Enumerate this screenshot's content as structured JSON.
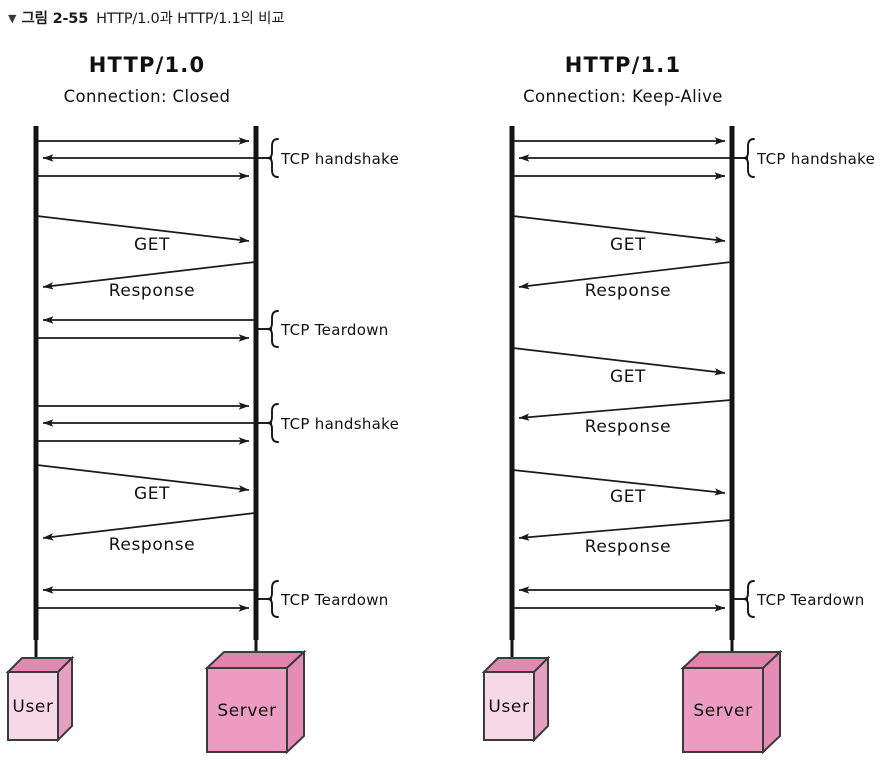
{
  "caption": {
    "marker": "▼",
    "figure_number": "그림 2-55",
    "title": "HTTP/1.0과 HTTP/1.1의 비교"
  },
  "colors": {
    "ink": "#141414",
    "user_box_face": "#f7d8e6",
    "user_box_top": "#e289b1",
    "server_box_face": "#ec9cc1",
    "server_box_top": "#e283ae",
    "box_outline": "#3b3b3b",
    "background": "#ffffff"
  },
  "panels": [
    {
      "id": "http10",
      "title": "HTTP/1.0",
      "subtitle": "Connection: Closed",
      "actors": {
        "client": "User",
        "server": "Server"
      },
      "messages": [
        {
          "label": "",
          "dir": "right",
          "kind": "flat",
          "group": "handshake-1"
        },
        {
          "label": "",
          "dir": "left",
          "kind": "flat",
          "group": "handshake-1"
        },
        {
          "label": "",
          "dir": "right",
          "kind": "flat",
          "group": "handshake-1"
        },
        {
          "label": "GET",
          "dir": "right",
          "kind": "slant"
        },
        {
          "label": "Response",
          "dir": "left",
          "kind": "slant"
        },
        {
          "label": "",
          "dir": "left",
          "kind": "flat",
          "group": "teardown-1"
        },
        {
          "label": "",
          "dir": "right",
          "kind": "flat",
          "group": "teardown-1"
        },
        {
          "label": "",
          "dir": "right",
          "kind": "flat",
          "group": "handshake-2"
        },
        {
          "label": "",
          "dir": "left",
          "kind": "flat",
          "group": "handshake-2"
        },
        {
          "label": "",
          "dir": "right",
          "kind": "flat",
          "group": "handshake-2"
        },
        {
          "label": "GET",
          "dir": "right",
          "kind": "slant"
        },
        {
          "label": "Response",
          "dir": "left",
          "kind": "slant"
        },
        {
          "label": "",
          "dir": "left",
          "kind": "flat",
          "group": "teardown-2"
        },
        {
          "label": "",
          "dir": "right",
          "kind": "flat",
          "group": "teardown-2"
        }
      ],
      "braces": [
        {
          "id": "handshake-1",
          "label": "TCP handshake"
        },
        {
          "id": "teardown-1",
          "label": "TCP Teardown"
        },
        {
          "id": "handshake-2",
          "label": "TCP handshake"
        },
        {
          "id": "teardown-2",
          "label": "TCP Teardown"
        }
      ]
    },
    {
      "id": "http11",
      "title": "HTTP/1.1",
      "subtitle": "Connection: Keep-Alive",
      "actors": {
        "client": "User",
        "server": "Server"
      },
      "messages": [
        {
          "label": "",
          "dir": "right",
          "kind": "flat",
          "group": "handshake-1"
        },
        {
          "label": "",
          "dir": "left",
          "kind": "flat",
          "group": "handshake-1"
        },
        {
          "label": "",
          "dir": "right",
          "kind": "flat",
          "group": "handshake-1"
        },
        {
          "label": "GET",
          "dir": "right",
          "kind": "slant"
        },
        {
          "label": "Response",
          "dir": "left",
          "kind": "slant"
        },
        {
          "label": "GET",
          "dir": "right",
          "kind": "slant"
        },
        {
          "label": "Response",
          "dir": "left",
          "kind": "slant"
        },
        {
          "label": "GET",
          "dir": "right",
          "kind": "slant"
        },
        {
          "label": "Response",
          "dir": "left",
          "kind": "slant"
        },
        {
          "label": "",
          "dir": "left",
          "kind": "flat",
          "group": "teardown-1"
        },
        {
          "label": "",
          "dir": "right",
          "kind": "flat",
          "group": "teardown-1"
        }
      ],
      "braces": [
        {
          "id": "handshake-1",
          "label": "TCP handshake"
        },
        {
          "id": "teardown-1",
          "label": "TCP Teardown"
        }
      ]
    }
  ],
  "left_panel": {
    "title": "HTTP/1.0",
    "subtitle": "Connection: Closed",
    "client": "User",
    "server": "Server",
    "labels": {
      "get1": "GET",
      "resp1": "Response",
      "get2": "GET",
      "resp2": "Response",
      "brace1": "TCP handshake",
      "brace2": "TCP Teardown",
      "brace3": "TCP handshake",
      "brace4": "TCP Teardown"
    }
  },
  "right_panel": {
    "title": "HTTP/1.1",
    "subtitle": "Connection: Keep-Alive",
    "client": "User",
    "server": "Server",
    "labels": {
      "get1": "GET",
      "resp1": "Response",
      "get2": "GET",
      "resp2": "Response",
      "get3": "GET",
      "resp3": "Response",
      "brace1": "TCP handshake",
      "brace2": "TCP Teardown"
    }
  }
}
